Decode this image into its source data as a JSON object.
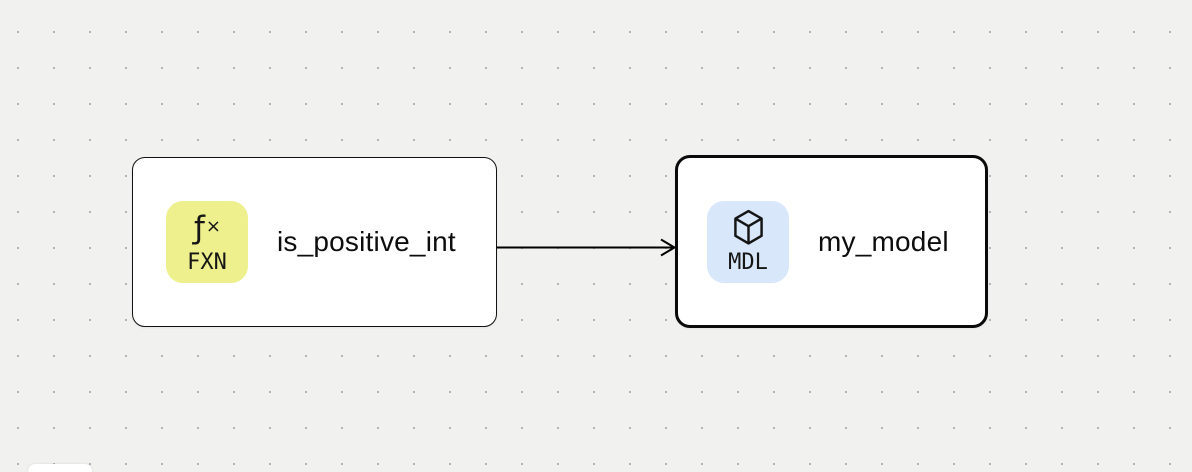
{
  "canvas": {
    "background_color": "#f1f1f0",
    "dot_color": "#b3b3b3"
  },
  "nodes": [
    {
      "id": "function-node",
      "label": "is_positive_int",
      "selected": false,
      "badge": {
        "icon": "function-icon",
        "glyph_f": "ƒ",
        "glyph_x": "×",
        "tag": "FXN",
        "color": "#edf08c"
      }
    },
    {
      "id": "model-node",
      "label": "my_model",
      "selected": true,
      "badge": {
        "icon": "cube-icon",
        "tag": "MDL",
        "color": "#d8e8fa"
      }
    }
  ],
  "edges": [
    {
      "from": "is_positive_int",
      "to": "my_model"
    }
  ],
  "edge_style": {
    "color": "#000000"
  }
}
